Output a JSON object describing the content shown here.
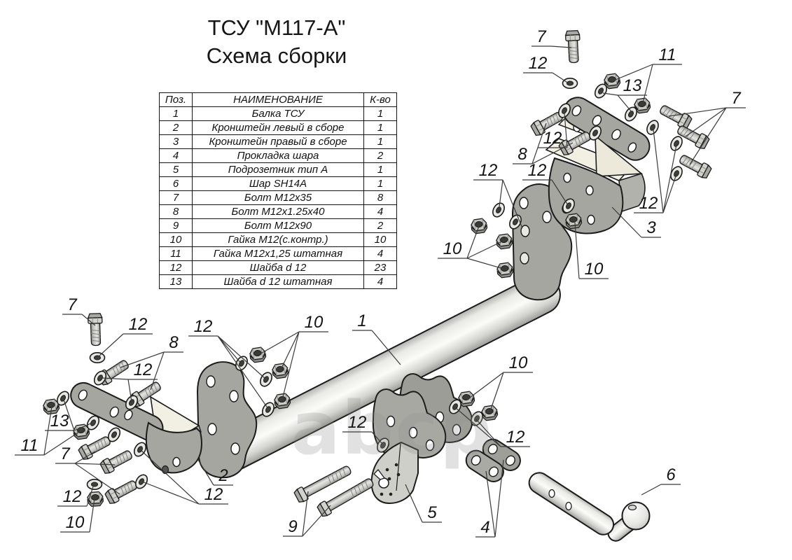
{
  "title": {
    "line1": "ТСУ \"М117-А\"",
    "line2": "Схема сборки"
  },
  "table": {
    "headers": [
      "Поз.",
      "НАИМЕНОВАНИЕ",
      "К-во"
    ],
    "rows": [
      [
        "1",
        "Балка ТСУ",
        "1"
      ],
      [
        "2",
        "Кронштейн левый в сборе",
        "1"
      ],
      [
        "3",
        "Кронштейн правый в сборе",
        "1"
      ],
      [
        "4",
        "Прокладка шара",
        "2"
      ],
      [
        "5",
        "Подрозетник тип А",
        "1"
      ],
      [
        "6",
        "Шар SH14A",
        "1"
      ],
      [
        "7",
        "Болт М12х35",
        "8"
      ],
      [
        "8",
        "Болт М12х1.25х40",
        "4"
      ],
      [
        "9",
        "Болт М12х90",
        "2"
      ],
      [
        "10",
        "Гайка М12(с.контр.)",
        "10"
      ],
      [
        "11",
        "Гайка М12х1,25 штатная",
        "4"
      ],
      [
        "12",
        "Шайба d 12",
        "23"
      ],
      [
        "13",
        "Шайба d 12 штатная",
        "4"
      ]
    ]
  },
  "watermark": "abcp",
  "colors": {
    "plate_dark": "#a6a6a1",
    "plate_cream": "#f2f0e3",
    "metal_light": "#f7f7f4",
    "outline": "#1b1b1b",
    "leader": "#3a3a3a",
    "background": "#ffffff"
  },
  "callouts": [
    {
      "label": "7",
      "part": "bolt-m12x35"
    },
    {
      "label": "12",
      "part": "washer-d12"
    },
    {
      "label": "11",
      "part": "nut-m12x1.25-stock"
    },
    {
      "label": "13",
      "part": "washer-d12-stock"
    },
    {
      "label": "7",
      "part": "bolt-m12x35"
    },
    {
      "label": "8",
      "part": "bolt-m12x1.25x40"
    },
    {
      "label": "12",
      "part": "washer-d12"
    },
    {
      "label": "12",
      "part": "washer-d12"
    },
    {
      "label": "12",
      "part": "washer-d12"
    },
    {
      "label": "12",
      "part": "washer-d12"
    },
    {
      "label": "3",
      "part": "bracket-right"
    },
    {
      "label": "10",
      "part": "nut-m12-lock"
    },
    {
      "label": "10",
      "part": "nut-m12-lock"
    },
    {
      "label": "1",
      "part": "beam"
    },
    {
      "label": "10",
      "part": "nut-m12-lock"
    },
    {
      "label": "12",
      "part": "washer-d12"
    },
    {
      "label": "7",
      "part": "bolt-m12x35"
    },
    {
      "label": "12",
      "part": "washer-d12"
    },
    {
      "label": "8",
      "part": "bolt-m12x1.25x40"
    },
    {
      "label": "12",
      "part": "washer-d12"
    },
    {
      "label": "13",
      "part": "washer-d12-stock"
    },
    {
      "label": "11",
      "part": "nut-m12x1.25-stock"
    },
    {
      "label": "7",
      "part": "bolt-m12x35"
    },
    {
      "label": "12",
      "part": "washer-d12"
    },
    {
      "label": "10",
      "part": "nut-m12-lock"
    },
    {
      "label": "2",
      "part": "bracket-left"
    },
    {
      "label": "12",
      "part": "washer-d12"
    },
    {
      "label": "12",
      "part": "washer-d12"
    },
    {
      "label": "9",
      "part": "bolt-m12x90"
    },
    {
      "label": "5",
      "part": "socket-plate"
    },
    {
      "label": "4",
      "part": "ball-spacer"
    },
    {
      "label": "12",
      "part": "washer-d12"
    },
    {
      "label": "10",
      "part": "nut-m12-lock"
    },
    {
      "label": "6",
      "part": "tow-ball"
    }
  ]
}
